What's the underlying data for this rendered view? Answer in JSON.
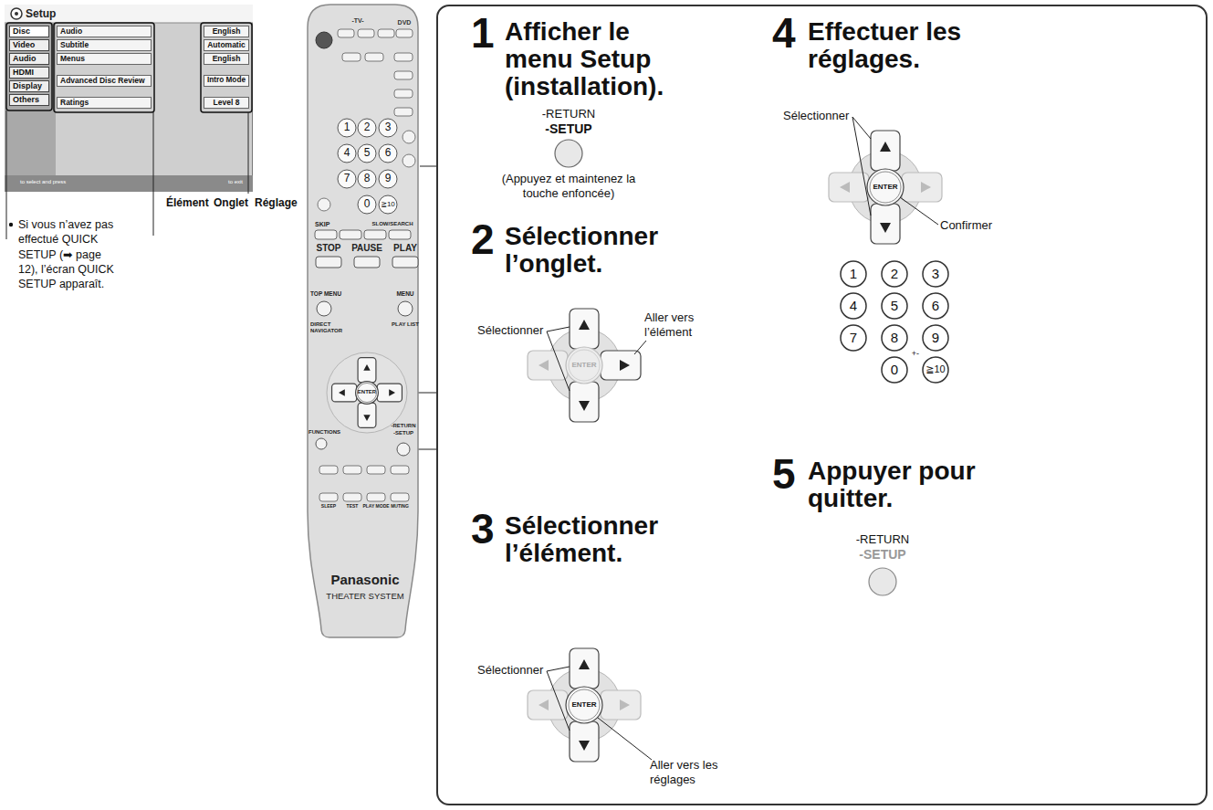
{
  "diagram": {
    "nodes": [
      {
        "text": [
          "Setup"
        ]
      },
      {
        "text": [
          "Disc"
        ],
        "in": 0
      },
      {
        "text": [
          "Video"
        ],
        "in": 0
      },
      {
        "text": [
          "Audio"
        ],
        "in": 0
      },
      {
        "text": [
          "HDMI"
        ],
        "in": 0
      },
      {
        "text": [
          "Display"
        ],
        "in": 0
      },
      {
        "text": [
          "Others"
        ],
        "in": 0
      },
      {
        "text": [
          "Audio"
        ],
        "in": 0
      },
      {
        "text": [
          "Subtitle"
        ],
        "in": 0
      },
      {
        "text": [
          "Menus"
        ],
        "in": 0
      },
      {
        "text": [
          "Advanced Disc Review"
        ],
        "in": 0
      },
      {
        "text": [
          "Ratings"
        ],
        "in": 0
      },
      {
        "text": [
          "English"
        ],
        "in": 0
      },
      {
        "text": [
          "Automatic"
        ],
        "in": 0
      },
      {
        "text": [
          "English"
        ],
        "in": 0
      },
      {
        "text": [
          "Intro Mode"
        ],
        "in": 0
      },
      {
        "text": [
          "Level 8"
        ],
        "in": 0
      },
      {
        "text": [
          "Panasonic",
          "THEATER SYSTEM"
        ]
      },
      {
        "text": [
          "1",
          "Afficher le menu Setup (installation).",
          "2",
          "Sélectionner l’onglet.",
          "3",
          "Sélectionner l’élément.",
          "4",
          "Effectuer les réglages.",
          "5",
          "Appuyer pour quitter."
        ]
      }
    ],
    "labels": [
      "to select and press",
      "to exit",
      "Élément",
      "Onglet",
      "Réglage",
      "Si vous n’avez pas effectué QUICK SETUP (➡ page 12), l’écran QUICK SETUP apparaît.",
      "-TV-",
      "DVD",
      "1",
      "2",
      "3",
      "4",
      "5",
      "6",
      "7",
      "8",
      "9",
      "0",
      "≧10",
      "SKIP",
      "SLOW/SEARCH",
      "STOP",
      "PAUSE",
      "PLAY",
      "TOP MENU",
      "MENU",
      "DIRECT NAVIGATOR",
      "PLAY LIST",
      "ENTER",
      "FUNCTIONS",
      "-RETURN",
      "-SETUP",
      "SLEEP",
      "TEST",
      "PLAY MODE",
      "MUTING",
      "-RETURN",
      "-SETUP",
      "(Appuyez et maintenez la touche enfoncée)",
      "Sélectionner",
      "Aller vers l’élément",
      "ENTER",
      "Sélectionner",
      "ENTER",
      "Aller vers les réglages",
      "Sélectionner",
      "ENTER",
      "Confirmer",
      "1",
      "2",
      "3",
      "4",
      "5",
      "6",
      "7",
      "8",
      "9",
      "0",
      "≧10",
      "+-",
      "-RETURN",
      "-SETUP"
    ]
  }
}
